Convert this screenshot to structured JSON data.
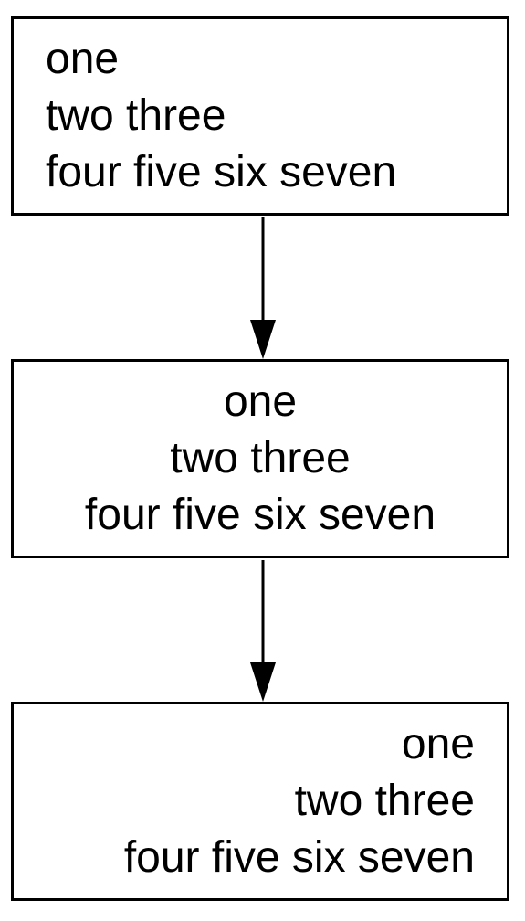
{
  "nodes": [
    {
      "id": "node-1",
      "align": "left",
      "lines": [
        "one",
        "two three",
        "four five six seven"
      ]
    },
    {
      "id": "node-2",
      "align": "center",
      "lines": [
        "one",
        "two three",
        "four five six seven"
      ]
    },
    {
      "id": "node-3",
      "align": "right",
      "lines": [
        "one",
        "two three",
        "four five six seven"
      ]
    }
  ],
  "edges": [
    {
      "from": "node-1",
      "to": "node-2"
    },
    {
      "from": "node-2",
      "to": "node-3"
    }
  ],
  "colors": {
    "stroke": "#000000",
    "fill": "#ffffff",
    "text": "#000000"
  }
}
